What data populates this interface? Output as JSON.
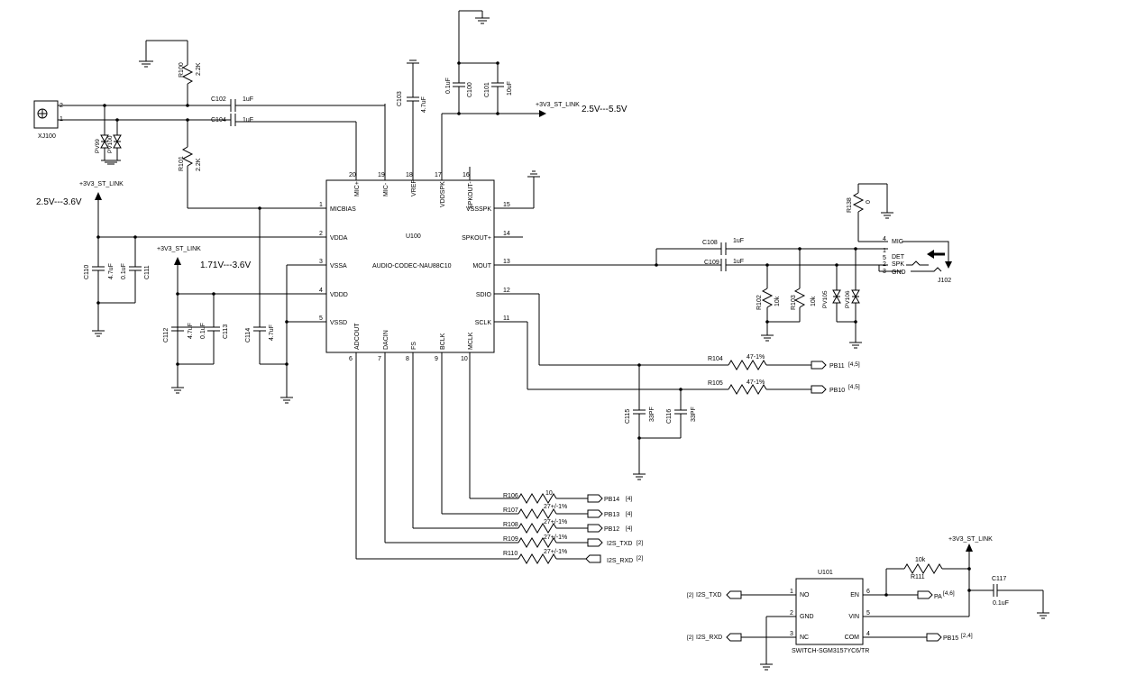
{
  "ic_u100": {
    "ref": "U100",
    "part": "AUDIO-CODEC-NAU88C10",
    "pins": {
      "p1": {
        "num": "1",
        "name": "MICBIAS"
      },
      "p2": {
        "num": "2",
        "name": "VDDA"
      },
      "p3": {
        "num": "3",
        "name": "VSSA"
      },
      "p4": {
        "num": "4",
        "name": "VDDD"
      },
      "p5": {
        "num": "5",
        "name": "VSSD"
      },
      "p6": {
        "num": "6",
        "name": "ADCOUT"
      },
      "p7": {
        "num": "7",
        "name": "DACIN"
      },
      "p8": {
        "num": "8",
        "name": "FS"
      },
      "p9": {
        "num": "9",
        "name": "BCLK"
      },
      "p10": {
        "num": "10",
        "name": "MCLK"
      },
      "p11": {
        "num": "11",
        "name": "SCLK"
      },
      "p12": {
        "num": "12",
        "name": "SDIO"
      },
      "p13": {
        "num": "13",
        "name": "MOUT"
      },
      "p14": {
        "num": "14",
        "name": "SPKOUT+"
      },
      "p15": {
        "num": "15",
        "name": "VSSSPK"
      },
      "p16": {
        "num": "16",
        "name": "SPKOUT-"
      },
      "p17": {
        "num": "17",
        "name": "VDDSPK"
      },
      "p18": {
        "num": "18",
        "name": "VREF"
      },
      "p19": {
        "num": "19",
        "name": "MIC-"
      },
      "p20": {
        "num": "20",
        "name": "MIC+"
      }
    }
  },
  "ic_u101": {
    "ref": "U101",
    "part": "SWITCH-SGM3157YC6/TR",
    "pins": {
      "p1": {
        "num": "1",
        "name": "NO"
      },
      "p2": {
        "num": "2",
        "name": "GND"
      },
      "p3": {
        "num": "3",
        "name": "NC"
      },
      "p4": {
        "num": "4",
        "name": "COM"
      },
      "p5": {
        "num": "5",
        "name": "VIN"
      },
      "p6": {
        "num": "6",
        "name": "EN"
      }
    }
  },
  "connectors": {
    "xj100": {
      "ref": "XJ100",
      "pin1": "1",
      "pin2": "2"
    },
    "j102": {
      "ref": "J102",
      "pin4": "4",
      "pin1": "1",
      "pin5": "5",
      "pin2": "2",
      "pin3": "3",
      "l_mic": "MIC",
      "l_det": "DET",
      "l_spk": "SPK",
      "l_gnd": "GND"
    }
  },
  "resistors": {
    "r100": {
      "ref": "R100",
      "value": "2.2K"
    },
    "r101": {
      "ref": "R101",
      "value": "2.2K"
    },
    "r102": {
      "ref": "R102",
      "value": "10k"
    },
    "r103": {
      "ref": "R103",
      "value": "10k"
    },
    "r104": {
      "ref": "R104",
      "value": "47-1%"
    },
    "r105": {
      "ref": "R105",
      "value": "47-1%"
    },
    "r106": {
      "ref": "R106",
      "value": "10"
    },
    "r107": {
      "ref": "R107",
      "value": "27+/-1%"
    },
    "r108": {
      "ref": "R108",
      "value": "27+/-1%"
    },
    "r109": {
      "ref": "R109",
      "value": "27+/-1%"
    },
    "r110": {
      "ref": "R110",
      "value": "27+/-1%"
    },
    "r111": {
      "ref": "R111",
      "value": "10k"
    },
    "r138": {
      "ref": "R138",
      "value": "0"
    }
  },
  "capacitors": {
    "c100": {
      "ref": "C100",
      "value": "0.1uF"
    },
    "c101": {
      "ref": "C101",
      "value": "10uF"
    },
    "c102": {
      "ref": "C102",
      "value": "1uF"
    },
    "c103": {
      "ref": "C103",
      "value": "4.7uF"
    },
    "c104": {
      "ref": "C104",
      "value": "1uF"
    },
    "c108": {
      "ref": "C108",
      "value": "1uF"
    },
    "c109": {
      "ref": "C109",
      "value": "1uF"
    },
    "c110": {
      "ref": "C110",
      "value": "4.7uF"
    },
    "c111": {
      "ref": "C111",
      "value": "0.1uF"
    },
    "c112": {
      "ref": "C112",
      "value": "4.7uF"
    },
    "c113": {
      "ref": "C113",
      "value": "0.1uF"
    },
    "c114": {
      "ref": "C114",
      "value": "4.7uF"
    },
    "c115": {
      "ref": "C115",
      "value": "33PF"
    },
    "c116": {
      "ref": "C116",
      "value": "33PF"
    },
    "c117": {
      "ref": "C117",
      "value": "0.1uF"
    }
  },
  "diodes": {
    "pv99": "PV99",
    "pv100": "PV100",
    "pv105": "PV105",
    "pv106": "PV106"
  },
  "power": {
    "rail_name": "+3V3_ST_LINK",
    "range_spk": "2.5V---5.5V",
    "range_vdda": "2.5V---3.6V",
    "range_vddd": "1.71V---3.6V"
  },
  "net_ports": {
    "pb11": {
      "name": "PB11",
      "ref": "[4,5]"
    },
    "pb10": {
      "name": "PB10",
      "ref": "[4,5]"
    },
    "pb14": {
      "name": "PB14",
      "ref": "[4]"
    },
    "pb13": {
      "name": "PB13",
      "ref": "[4]"
    },
    "pb12": {
      "name": "PB12",
      "ref": "[4]"
    },
    "i2s_txd": {
      "name": "I2S_TXD",
      "ref": "[2]"
    },
    "i2s_rxd": {
      "name": "I2S_RXD",
      "ref": "[2]"
    },
    "in_txd": {
      "name": "I2S_TXD",
      "ref": "[2]"
    },
    "in_rxd": {
      "name": "I2S_RXD",
      "ref": "[2]"
    },
    "pa": {
      "name": "PA",
      "ref": "[4,6]"
    },
    "pb15": {
      "name": "PB15",
      "ref": "[2,4]"
    }
  }
}
